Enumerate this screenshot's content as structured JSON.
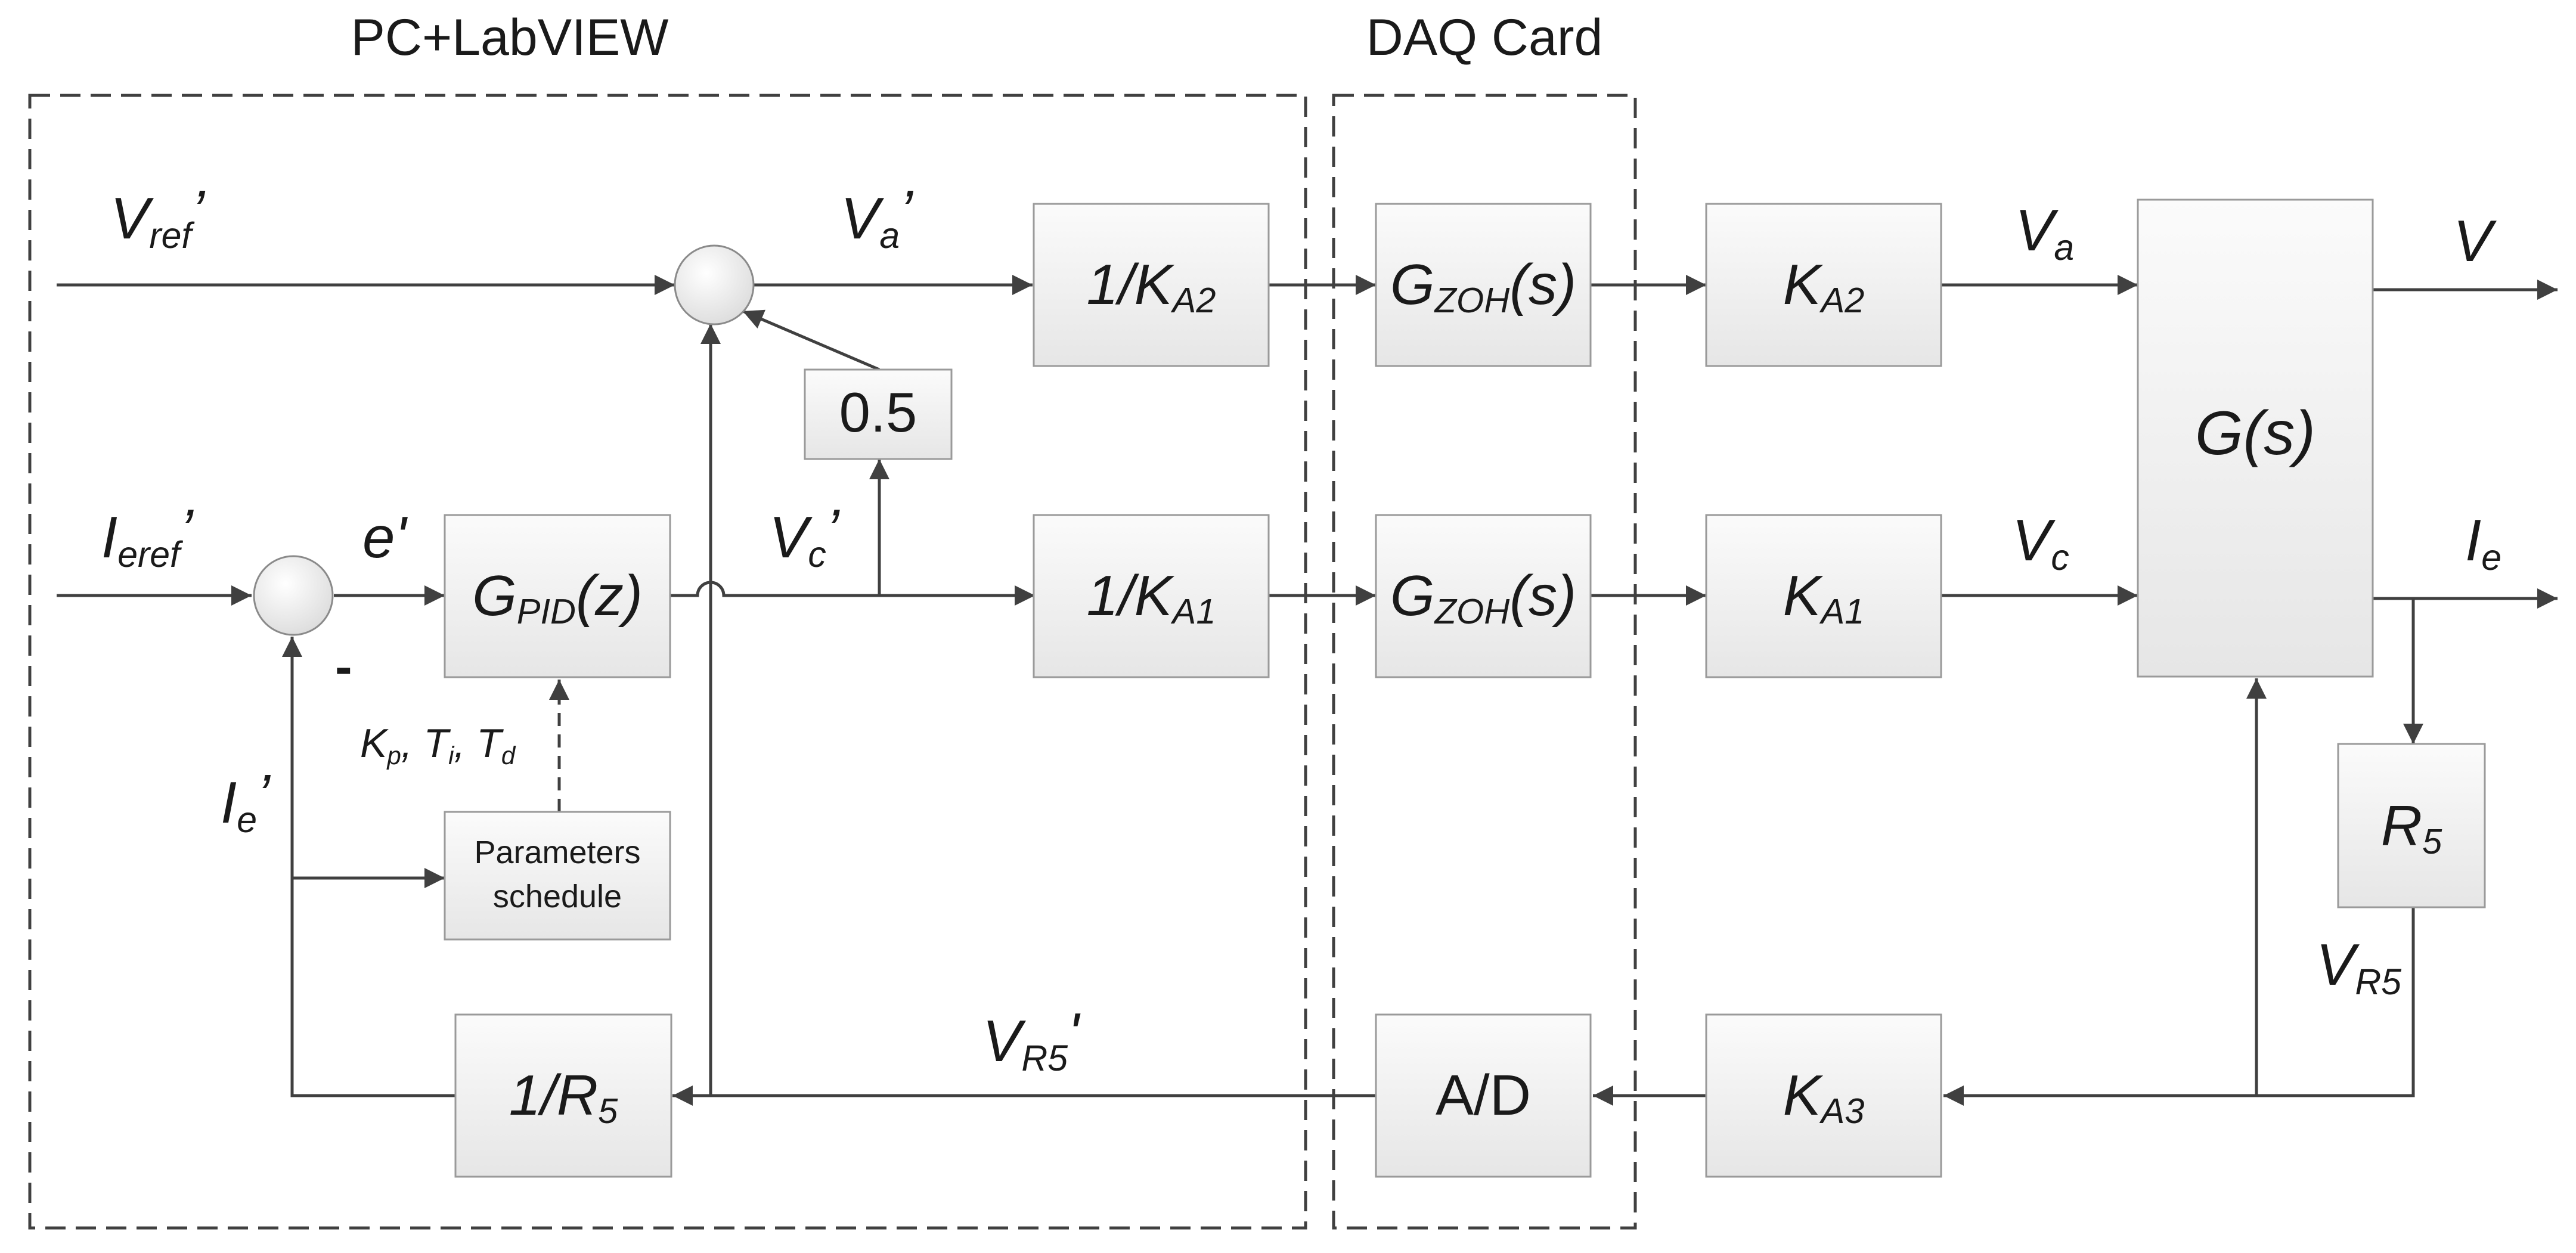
{
  "regions": {
    "pc": "PC+LabVIEW",
    "daq": "DAQ Card"
  },
  "blocks": {
    "inv_ka2": {
      "pre": "1/",
      "sym": "K",
      "sub": "A2"
    },
    "inv_ka1": {
      "pre": "1/",
      "sym": "K",
      "sub": "A1"
    },
    "gain_05": "0.5",
    "gpid": {
      "sym": "G",
      "sub": "PID",
      "arg": "(z)"
    },
    "params": {
      "line1": "Parameters",
      "line2": "schedule"
    },
    "inv_r5": {
      "pre": "1/",
      "sym": "R",
      "sub": "5"
    },
    "gzoh_top": {
      "sym": "G",
      "sub": "ZOH",
      "arg": "(s)"
    },
    "gzoh_mid": {
      "sym": "G",
      "sub": "ZOH",
      "arg": "(s)"
    },
    "ad": "A/D",
    "ka2": {
      "sym": "K",
      "sub": "A2"
    },
    "ka1": {
      "sym": "K",
      "sub": "A1"
    },
    "ka3": {
      "sym": "K",
      "sub": "A3"
    },
    "plant": "G(s)",
    "r5": {
      "sym": "R",
      "sub": "5"
    }
  },
  "signals": {
    "vref": {
      "sym": "V",
      "sub": "ref",
      "mark": "’"
    },
    "va_prime": {
      "sym": "V",
      "sub": "a",
      "mark": "’"
    },
    "ieref": {
      "sym": "I",
      "sub": "eref",
      "mark": "’"
    },
    "e_prime": "e'",
    "vc_prime": {
      "sym": "V",
      "sub": "c",
      "mark": "’"
    },
    "minus": "-",
    "ie_prime": {
      "sym": "I",
      "sub": "e",
      "mark": "’"
    },
    "pid_params": {
      "kp": "K",
      "kp_sub": "p",
      "ti": "T",
      "ti_sub": "i",
      "td": "T",
      "td_sub": "d",
      "sep": ", "
    },
    "vr5_prime": {
      "sym": "V",
      "sub": "R5",
      "mark": "'"
    },
    "va": {
      "sym": "V",
      "sub": "a"
    },
    "vc": {
      "sym": "V",
      "sub": "c"
    },
    "v_out": "V",
    "ie_out": {
      "sym": "I",
      "sub": "e"
    },
    "vr5": {
      "sym": "V",
      "sub": "R5"
    }
  }
}
